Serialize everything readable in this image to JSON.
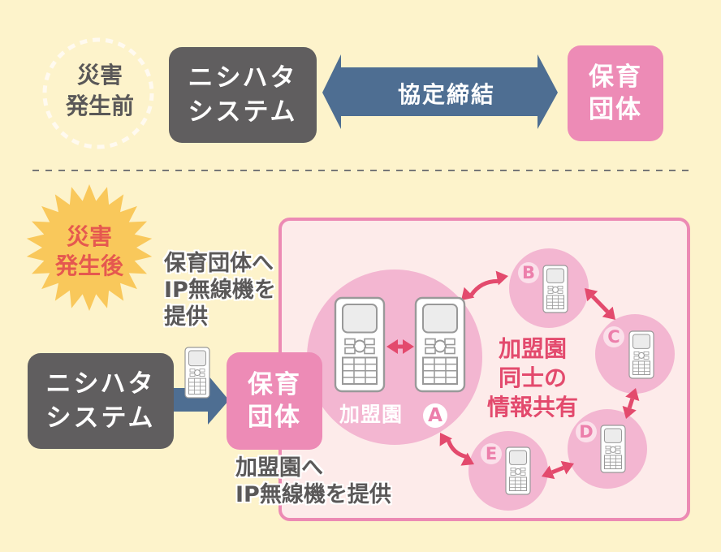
{
  "colors": {
    "background": "#fdf3cb",
    "system_box": "#605e5f",
    "org_box": "#ed8bb6",
    "arrow_blue": "#4e6e92",
    "network_panel_bg": "#fdebea",
    "network_panel_border": "#ec8ab4",
    "member_circle": "#f3b6d1",
    "share_arrow": "#e34a6d",
    "burst": "#f9c85b",
    "after_text": "#e5584f"
  },
  "before": {
    "phase_label": "災害\n発生前",
    "system_box": "ニシハタ\nシステム",
    "agreement_arrow_label": "協定締結",
    "org_box": "保育\n団体"
  },
  "after": {
    "phase_label": "災害\n発生後",
    "provide_to_org_note": "保育団体へ\nIP無線機を\n提供",
    "system_box": "ニシハタ\nシステム",
    "org_box": "保育\n団体",
    "provide_to_members_note": "加盟園へ\nIP無線機を提供",
    "network": {
      "center_label": "加盟園",
      "center_badge": "A",
      "share_label": "加盟園\n同士の\n情報共有",
      "members": [
        "B",
        "C",
        "D",
        "E"
      ]
    }
  },
  "icons": {
    "device": "ip-radio-handset-icon",
    "burst": "starburst-icon",
    "two_way_arrow": "double-arrow-icon"
  }
}
